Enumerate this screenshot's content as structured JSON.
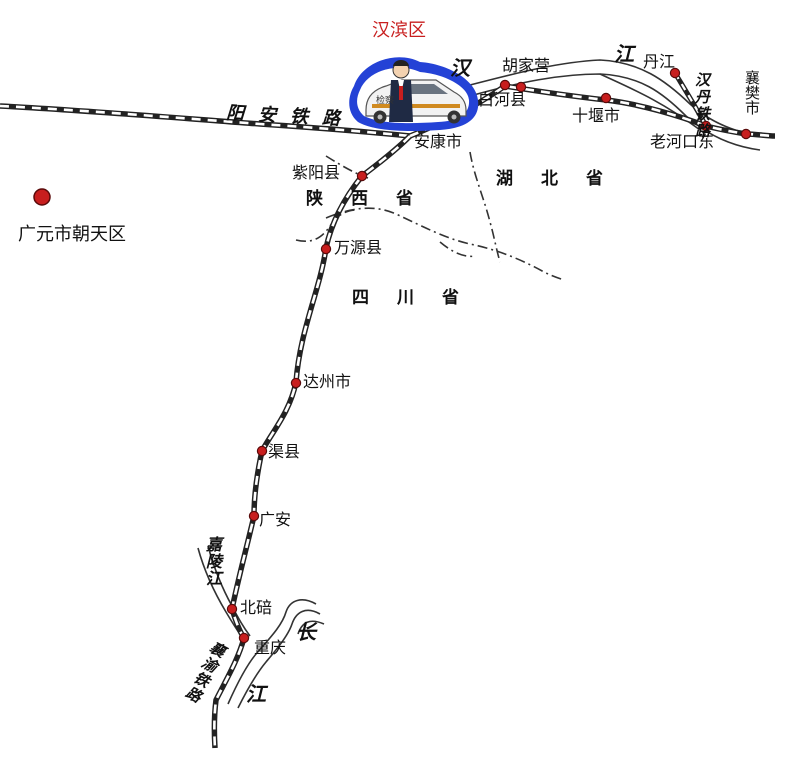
{
  "highlight": {
    "district": "汉滨区",
    "color": "#c81e1e"
  },
  "legend": {
    "label": "广元市朝天区",
    "marker_color": "#c81e1e"
  },
  "cities": {
    "hujiaying": "胡家营",
    "baihe": "白河县",
    "danjiang": "丹江",
    "xiangfan": "襄樊市",
    "shiyan": "十堰市",
    "laohekoudong": "老河口东",
    "ankang": "安康市",
    "ziyang": "紫阳县",
    "wanyuan": "万源县",
    "dazhou": "达州市",
    "quxian": "渠县",
    "guangan": "广安",
    "beibei": "北碚",
    "chongqing": "重庆"
  },
  "provinces": {
    "shaanxi": "陕西省",
    "hubei": "湖北省",
    "sichuan": "四川省"
  },
  "railways": {
    "yangan": "阳安铁路",
    "handan": "汉丹铁路",
    "xiangyu": "襄渝铁路"
  },
  "rivers": {
    "han_left": "汉",
    "han_right": "江",
    "jialing": "嘉陵江",
    "changjiang_1": "长",
    "changjiang_2": "江"
  },
  "vehicle": {
    "door_text": "检察"
  },
  "colors": {
    "station": "#c81e1e",
    "car_halo": "#1f3fd6",
    "rail": "#222222"
  }
}
